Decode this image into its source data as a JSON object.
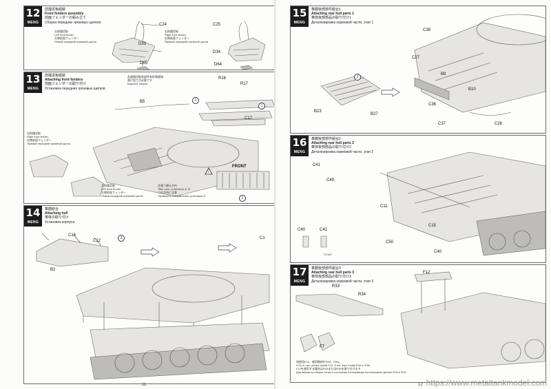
{
  "left_page": {
    "page_number": "11",
    "step12": {
      "number": "12",
      "brand": "MENG",
      "title_cn": "前擋泥板組裝",
      "title_en": "Front fenders assembly",
      "title_jp": "前面フェンダーの組み立て",
      "title_ru": "Сборка передних грязевых щитков",
      "parts": [
        "C24",
        "D33",
        "D65",
        "C25",
        "D34",
        "D64"
      ],
      "left_label": {
        "cn": "左前擋泥板",
        "en": "Left front fender",
        "jp": "左側前面フェンダー",
        "ru": "Левый передний грязевой щиток"
      },
      "right_label": {
        "cn": "右前擋泥板",
        "en": "Right front fender",
        "jp": "右側前面フェンダー",
        "ru": "Правый передний грязевой щиток"
      }
    },
    "step13": {
      "number": "13",
      "brand": "MENG",
      "title_cn": "前擋泥板組裝",
      "title_en": "Attaching front fenders",
      "title_jp": "前面フェンダーの取り付け",
      "title_ru": "Установка передних грязевых щитков",
      "parts": [
        "B5",
        "R16",
        "R17",
        "C17"
      ],
      "circled": [
        "1",
        "1"
      ],
      "notice_cn": "此處擋泥板的部件有折彎處理",
      "notice_jp": "曲げ加工が必要です",
      "notice_ru": "Вариант сборки",
      "right_label": {
        "cn": "右前擋泥板",
        "en": "Right front fender",
        "jp": "右側前面フェンダー",
        "ru": "Правый передний грязевой щиток"
      },
      "left_label": {
        "cn": "左前擋泥板",
        "en": "Left front fender",
        "jp": "左側前面フェンダー",
        "ru": "Левый передний грязевой щиток"
      },
      "front_label": "FRONT",
      "bend_note_cn": "注意①標示方向",
      "bend_note_en": "Take care of direction of ①",
      "bend_note_jp": "①の方向に注意",
      "bend_note_ru": "Проверить направление установки ①"
    },
    "step14": {
      "number": "14",
      "brand": "MENG",
      "title_cn": "車體結合",
      "title_en": "Attaching hull",
      "title_jp": "車体の取り付け",
      "title_ru": "Установка корпуса",
      "parts": [
        "C16",
        "C12",
        "B2",
        "C1"
      ],
      "circled": [
        "3"
      ]
    }
  },
  "right_page": {
    "page_number": "12",
    "watermark": "https://www.metaltankmodel.com",
    "step15": {
      "number": "15",
      "brand": "MENG",
      "title_cn": "車體後部部件組合1",
      "title_en": "Attaching rear hull parts 1",
      "title_jp": "車体後部部品の取り付け1",
      "title_ru": "Детализировка кормовой части, этап 1",
      "parts": [
        "C38",
        "C27",
        "B9",
        "B10",
        "B23",
        "B27",
        "C36",
        "C37",
        "C26"
      ],
      "circled": [
        "2"
      ]
    },
    "step16": {
      "number": "16",
      "brand": "MENG",
      "title_cn": "車體後部部件組合2",
      "title_en": "Attaching rear hull parts 2",
      "title_jp": "車体後部部品の取り付け2",
      "title_ru": "Детализировка кормовой части, этап 2",
      "parts": [
        "C41",
        "C49",
        "C11",
        "C15",
        "C40",
        "C41",
        "C50",
        "C40"
      ],
      "paint_code": "70.947"
    },
    "step17": {
      "number": "17",
      "brand": "MENG",
      "title_cn": "車體後部部件組合3",
      "title_en": "Attaching rear hull parts 3",
      "title_jp": "車体後部部品の取り付け3",
      "title_ru": "Детализировка кормовой части, этап 3",
      "parts": [
        "F12",
        "R33",
        "R34",
        "F7"
      ],
      "note_cn": "如使用F12，使用蝕刻片R33、R34。",
      "note_en": "If it's in use, please install F12. If not, then install R33 or R34.",
      "note_jp": "F12を使用する場合はR33またはR34を取り付けます",
      "note_ru": "Для варианта сборки танка в состоянии консервации использовать детали R33 и R34"
    }
  }
}
